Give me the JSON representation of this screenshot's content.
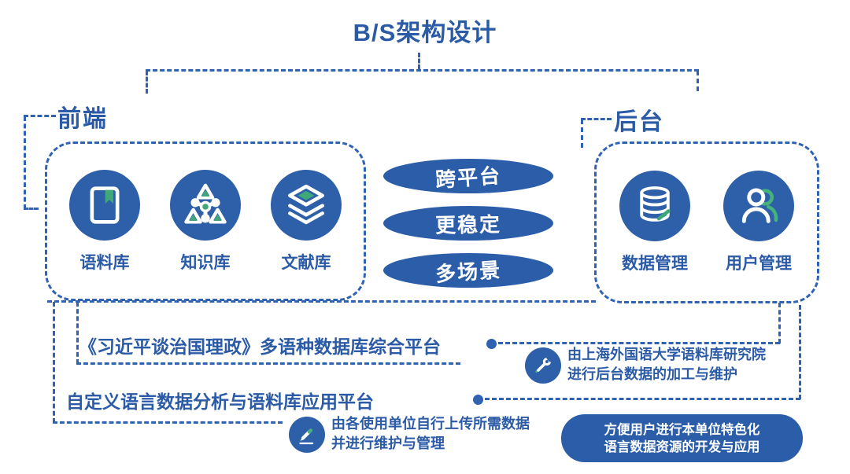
{
  "title": "B/S架构设计",
  "frontend": {
    "label": "前端",
    "items": [
      {
        "label": "语料库",
        "icon": "book-icon"
      },
      {
        "label": "知识库",
        "icon": "knowledge-network-icon"
      },
      {
        "label": "文献库",
        "icon": "layers-icon"
      }
    ]
  },
  "backend": {
    "label": "后台",
    "items": [
      {
        "label": "数据管理",
        "icon": "database-icon"
      },
      {
        "label": "用户管理",
        "icon": "users-icon"
      }
    ]
  },
  "features": [
    "跨平台",
    "更稳定",
    "多场景"
  ],
  "platforms": [
    {
      "name": "《习近平谈治国理政》多语种数据库综合平台",
      "note": {
        "icon": "wrench-icon",
        "line1": "由上海外国语大学语料库研究院",
        "line2": "进行后台数据的加工与维护"
      }
    },
    {
      "name": "自定义语言数据分析与语料库应用平台",
      "note": {
        "icon": "pencil-icon",
        "line1": "由各使用单位自行上传所需数据",
        "line2": "并进行维护与管理"
      },
      "callout": {
        "line1": "方便用户进行本单位特色化",
        "line2": "语言数据资源的开发与应用"
      }
    }
  ],
  "colors": {
    "primary_blue": "#2d60a8",
    "text_blue": "#2b5ba6",
    "dash_blue": "#2f63b2",
    "accent_green": "#3fa878",
    "callout_bg": "#2b5da9",
    "icon_fg": "#ffffff"
  }
}
